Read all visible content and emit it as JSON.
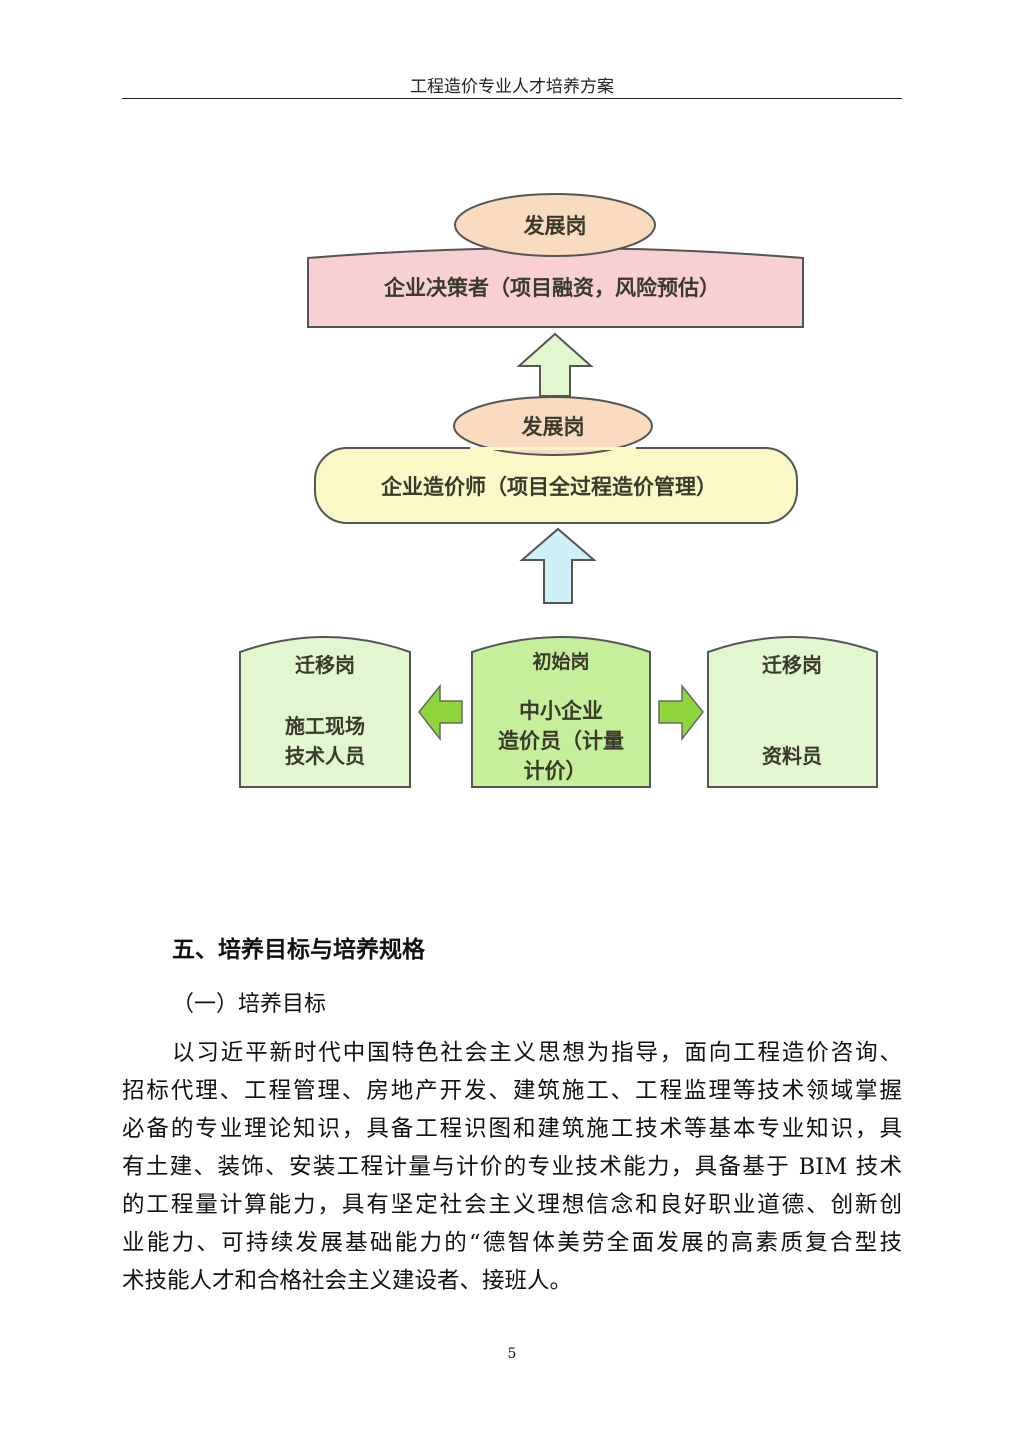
{
  "header": {
    "title": "工程造价专业人才培养方案"
  },
  "diagram": {
    "top": {
      "tag": "发展岗",
      "label": "企业决策者（项目融资，风险预估）"
    },
    "middle": {
      "tag": "发展岗",
      "label": "企业造价师（项目全过程造价管理）"
    },
    "bottom_left": {
      "tag": "迁移岗",
      "lines": [
        "施工现场",
        "技术人员"
      ]
    },
    "bottom_center": {
      "tag": "初始岗",
      "lines": [
        "中小企业",
        "造价员（计量",
        "计价）"
      ]
    },
    "bottom_right": {
      "tag": "迁移岗",
      "lines": [
        "资料员"
      ]
    },
    "colors": {
      "pink": "#f8cfd3",
      "yellow": "#fbf8c8",
      "ellipse": "#f9dcc0",
      "green_light": "#e2f6cf",
      "green_mid": "#c5ef9a",
      "arrow_green": "#8fd63c",
      "arrow_blue": "#cdf1f6"
    }
  },
  "section": {
    "heading": "五、培养目标与培养规格",
    "subheading": "（一）培养目标",
    "paragraph_lines": [
      "以习近平新时代中国特色社会主义思想为指导，面向工程造价咨询、",
      "招标代理、工程管理、房地产开发、建筑施工、工程监理等技术领域掌握",
      "必备的专业理论知识，具备工程识图和建筑施工技术等基本专业知识，具",
      "有土建、装饰、安装工程计量与计价的专业技术能力，具备基于 BIM 技术",
      "的工程量计算能力，具有坚定社会主义理想信念和良好职业道德、创新创",
      "业能力、可持续发展基础能力的“德智体美劳全面发展的高素质复合型技",
      "术技能人才和合格社会主义建设者、接班人。"
    ]
  },
  "footer": {
    "page_number": "5"
  }
}
